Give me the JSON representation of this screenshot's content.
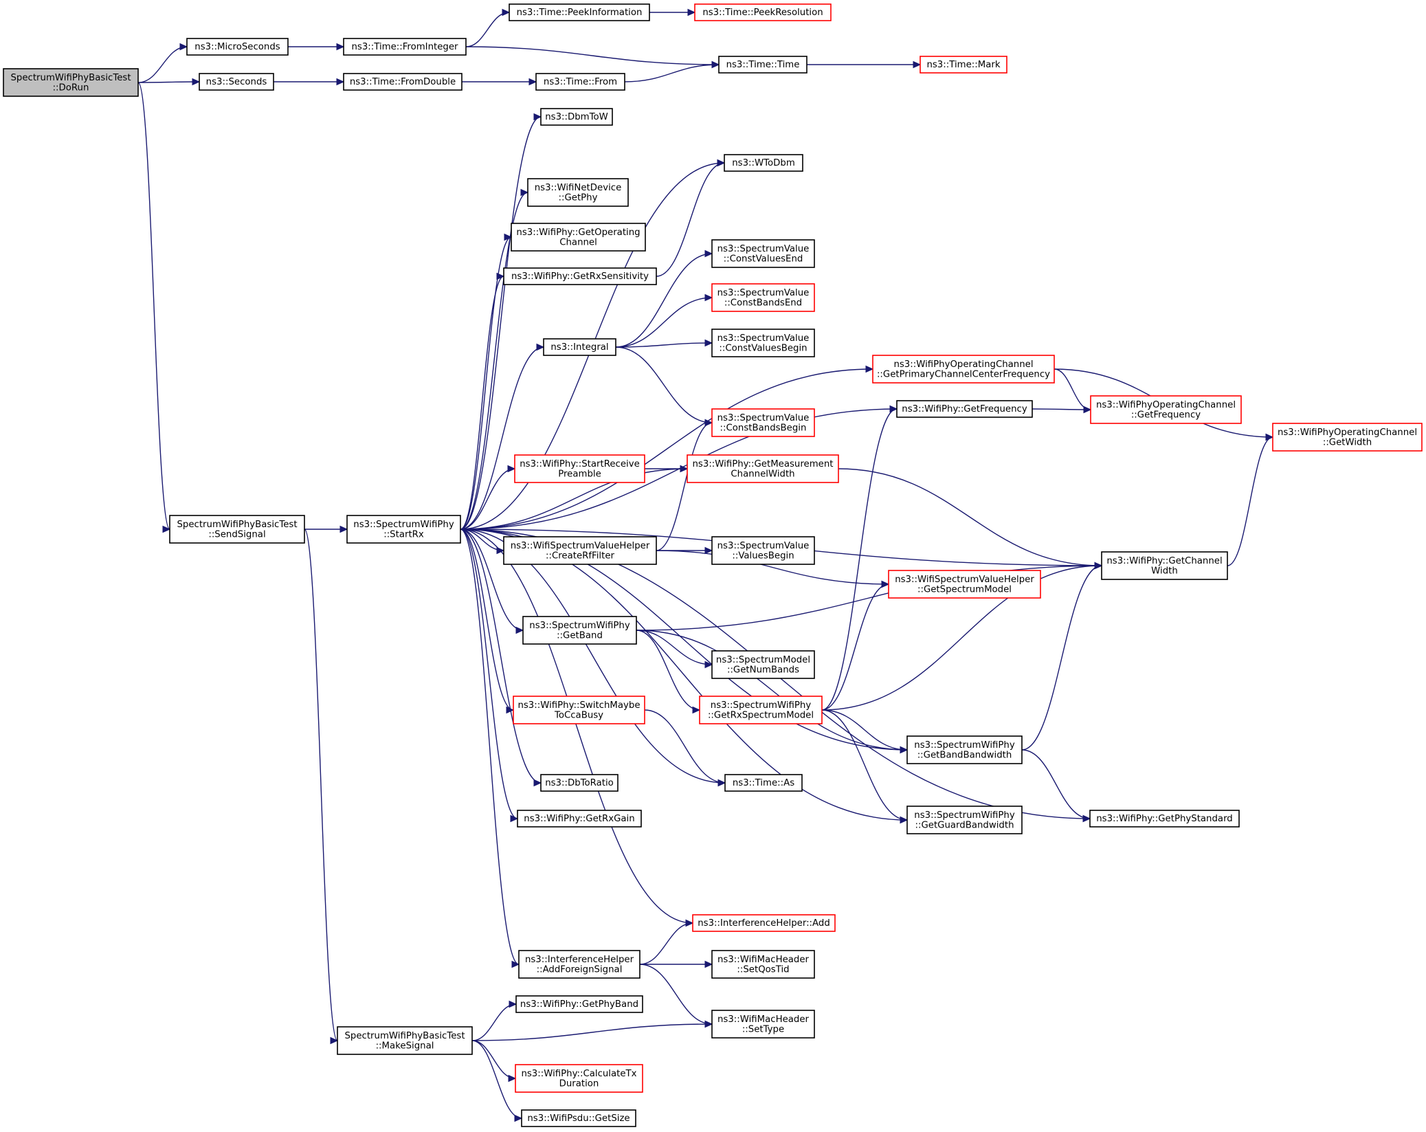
{
  "colors": {
    "edge": "#191970",
    "node_border": "#000000",
    "truncated_border": "#ff0000",
    "root_fill": "#bfbfbf",
    "node_fill": "#ffffff"
  },
  "nodes": [
    {
      "id": "dorun",
      "lines": [
        "SpectrumWifiPhyBasicTest",
        "::DoRun"
      ],
      "style": "root"
    },
    {
      "id": "microseconds",
      "lines": [
        "ns3::MicroSeconds"
      ]
    },
    {
      "id": "seconds",
      "lines": [
        "ns3::Seconds"
      ]
    },
    {
      "id": "sendsignal",
      "lines": [
        "SpectrumWifiPhyBasicTest",
        "::SendSignal"
      ]
    },
    {
      "id": "frominteger",
      "lines": [
        "ns3::Time::FromInteger"
      ]
    },
    {
      "id": "fromdouble",
      "lines": [
        "ns3::Time::FromDouble"
      ]
    },
    {
      "id": "peekinfo",
      "lines": [
        "ns3::Time::PeekInformation"
      ]
    },
    {
      "id": "peekres",
      "lines": [
        "ns3::Time::PeekResolution"
      ],
      "style": "truncated"
    },
    {
      "id": "time",
      "lines": [
        "ns3::Time::Time"
      ]
    },
    {
      "id": "mark",
      "lines": [
        "ns3::Time::Mark"
      ],
      "style": "truncated"
    },
    {
      "id": "from",
      "lines": [
        "ns3::Time::From"
      ]
    },
    {
      "id": "startrx",
      "lines": [
        "ns3::SpectrumWifiPhy",
        "::StartRx"
      ]
    },
    {
      "id": "makesignal",
      "lines": [
        "SpectrumWifiPhyBasicTest",
        "::MakeSignal"
      ]
    },
    {
      "id": "dbmtow",
      "lines": [
        "ns3::DbmToW"
      ]
    },
    {
      "id": "wtodbm",
      "lines": [
        "ns3::WToDbm"
      ]
    },
    {
      "id": "getphy",
      "lines": [
        "ns3::WifiNetDevice",
        "::GetPhy"
      ]
    },
    {
      "id": "getopch",
      "lines": [
        "ns3::WifiPhy::GetOperating",
        "Channel"
      ]
    },
    {
      "id": "getrxsens",
      "lines": [
        "ns3::WifiPhy::GetRxSensitivity"
      ]
    },
    {
      "id": "integral",
      "lines": [
        "ns3::Integral"
      ]
    },
    {
      "id": "constvaluesend",
      "lines": [
        "ns3::SpectrumValue",
        "::ConstValuesEnd"
      ]
    },
    {
      "id": "constbandsend",
      "lines": [
        "ns3::SpectrumValue",
        "::ConstBandsEnd"
      ],
      "style": "truncated"
    },
    {
      "id": "constvaluesbegin",
      "lines": [
        "ns3::SpectrumValue",
        "::ConstValuesBegin"
      ]
    },
    {
      "id": "constbandsbegin",
      "lines": [
        "ns3::SpectrumValue",
        "::ConstBandsBegin"
      ],
      "style": "truncated"
    },
    {
      "id": "startrecvpre",
      "lines": [
        "ns3::WifiPhy::StartReceive",
        "Preamble"
      ],
      "style": "truncated"
    },
    {
      "id": "getmeaschw",
      "lines": [
        "ns3::WifiPhy::GetMeasurement",
        "ChannelWidth"
      ],
      "style": "truncated"
    },
    {
      "id": "createrf",
      "lines": [
        "ns3::WifiSpectrumValueHelper",
        "::CreateRfFilter"
      ]
    },
    {
      "id": "valuesbegin",
      "lines": [
        "ns3::SpectrumValue",
        "::ValuesBegin"
      ]
    },
    {
      "id": "getband",
      "lines": [
        "ns3::SpectrumWifiPhy",
        "::GetBand"
      ]
    },
    {
      "id": "getnumbands",
      "lines": [
        "ns3::SpectrumModel",
        "::GetNumBands"
      ]
    },
    {
      "id": "switchcca",
      "lines": [
        "ns3::WifiPhy::SwitchMaybe",
        "ToCcaBusy"
      ],
      "style": "truncated"
    },
    {
      "id": "getrxspec",
      "lines": [
        "ns3::SpectrumWifiPhy",
        "::GetRxSpectrumModel"
      ],
      "style": "truncated"
    },
    {
      "id": "dbtoratio",
      "lines": [
        "ns3::DbToRatio"
      ]
    },
    {
      "id": "getrxgain",
      "lines": [
        "ns3::WifiPhy::GetRxGain"
      ]
    },
    {
      "id": "timeas",
      "lines": [
        "ns3::Time::As"
      ]
    },
    {
      "id": "getprimcf",
      "lines": [
        "ns3::WifiPhyOperatingChannel",
        "::GetPrimaryChannelCenterFrequency"
      ],
      "style": "truncated"
    },
    {
      "id": "getfreq",
      "lines": [
        "ns3::WifiPhy::GetFrequency"
      ]
    },
    {
      "id": "getspecmodel",
      "lines": [
        "ns3::WifiSpectrumValueHelper",
        "::GetSpectrumModel"
      ],
      "style": "truncated"
    },
    {
      "id": "getbandbw",
      "lines": [
        "ns3::SpectrumWifiPhy",
        "::GetBandBandwidth"
      ]
    },
    {
      "id": "getguardbw",
      "lines": [
        "ns3::SpectrumWifiPhy",
        "::GetGuardBandwidth"
      ]
    },
    {
      "id": "opchfreq",
      "lines": [
        "ns3::WifiPhyOperatingChannel",
        "::GetFrequency"
      ],
      "style": "truncated"
    },
    {
      "id": "getchw",
      "lines": [
        "ns3::WifiPhy::GetChannel",
        "Width"
      ]
    },
    {
      "id": "getphystd",
      "lines": [
        "ns3::WifiPhy::GetPhyStandard"
      ]
    },
    {
      "id": "opchwidth",
      "lines": [
        "ns3::WifiPhyOperatingChannel",
        "::GetWidth"
      ],
      "style": "truncated"
    },
    {
      "id": "ihadd",
      "lines": [
        "ns3::InterferenceHelper::Add"
      ],
      "style": "truncated"
    },
    {
      "id": "addforeign",
      "lines": [
        "ns3::InterferenceHelper",
        "::AddForeignSignal"
      ]
    },
    {
      "id": "setqostid",
      "lines": [
        "ns3::WifiMacHeader",
        "::SetQosTid"
      ]
    },
    {
      "id": "settype",
      "lines": [
        "ns3::WifiMacHeader",
        "::SetType"
      ]
    },
    {
      "id": "getphyband",
      "lines": [
        "ns3::WifiPhy::GetPhyBand"
      ]
    },
    {
      "id": "calctx",
      "lines": [
        "ns3::WifiPhy::CalculateTx",
        "Duration"
      ],
      "style": "truncated"
    },
    {
      "id": "getsize",
      "lines": [
        "ns3::WifiPsdu::GetSize"
      ]
    }
  ],
  "edges": [
    [
      "dorun",
      "microseconds"
    ],
    [
      "dorun",
      "seconds"
    ],
    [
      "dorun",
      "sendsignal"
    ],
    [
      "microseconds",
      "frominteger"
    ],
    [
      "seconds",
      "fromdouble"
    ],
    [
      "frominteger",
      "peekinfo"
    ],
    [
      "frominteger",
      "time"
    ],
    [
      "peekinfo",
      "peekres"
    ],
    [
      "fromdouble",
      "from"
    ],
    [
      "from",
      "time"
    ],
    [
      "time",
      "mark"
    ],
    [
      "sendsignal",
      "startrx"
    ],
    [
      "sendsignal",
      "makesignal"
    ],
    [
      "startrx",
      "dbmtow"
    ],
    [
      "startrx",
      "wtodbm"
    ],
    [
      "startrx",
      "getphy"
    ],
    [
      "startrx",
      "getopch"
    ],
    [
      "startrx",
      "getrxsens"
    ],
    [
      "startrx",
      "getprimcf"
    ],
    [
      "startrx",
      "integral"
    ],
    [
      "startrx",
      "getfreq"
    ],
    [
      "startrx",
      "getmeaschw"
    ],
    [
      "startrx",
      "startrecvpre"
    ],
    [
      "startrx",
      "getchw"
    ],
    [
      "startrx",
      "createrf"
    ],
    [
      "startrx",
      "getband"
    ],
    [
      "startrx",
      "getbandbw"
    ],
    [
      "startrx",
      "switchcca"
    ],
    [
      "startrx",
      "timeas"
    ],
    [
      "startrx",
      "dbtoratio"
    ],
    [
      "startrx",
      "getrxgain"
    ],
    [
      "startrx",
      "getguardbw"
    ],
    [
      "startrx",
      "getphystd"
    ],
    [
      "startrx",
      "ihadd"
    ],
    [
      "startrx",
      "addforeign"
    ],
    [
      "getrxsens",
      "wtodbm"
    ],
    [
      "integral",
      "constvaluesend"
    ],
    [
      "integral",
      "constbandsend"
    ],
    [
      "integral",
      "constvaluesbegin"
    ],
    [
      "integral",
      "constbandsbegin"
    ],
    [
      "getprimcf",
      "opchfreq"
    ],
    [
      "getprimcf",
      "opchwidth"
    ],
    [
      "getfreq",
      "opchfreq"
    ],
    [
      "startrecvpre",
      "getmeaschw"
    ],
    [
      "getmeaschw",
      "getchw"
    ],
    [
      "createrf",
      "constbandsbegin"
    ],
    [
      "createrf",
      "valuesbegin"
    ],
    [
      "createrf",
      "getspecmodel"
    ],
    [
      "getband",
      "getchw"
    ],
    [
      "getband",
      "getnumbands"
    ],
    [
      "getband",
      "getrxspec"
    ],
    [
      "getband",
      "getbandbw"
    ],
    [
      "switchcca",
      "timeas"
    ],
    [
      "getrxspec",
      "getfreq"
    ],
    [
      "getrxspec",
      "getspecmodel"
    ],
    [
      "getrxspec",
      "getchw"
    ],
    [
      "getrxspec",
      "getbandbw"
    ],
    [
      "getrxspec",
      "getguardbw"
    ],
    [
      "getbandbw",
      "getchw"
    ],
    [
      "getbandbw",
      "getphystd"
    ],
    [
      "getchw",
      "opchwidth"
    ],
    [
      "addforeign",
      "ihadd"
    ],
    [
      "addforeign",
      "setqostid"
    ],
    [
      "addforeign",
      "settype"
    ],
    [
      "makesignal",
      "getphyband"
    ],
    [
      "makesignal",
      "settype"
    ],
    [
      "makesignal",
      "calctx"
    ],
    [
      "makesignal",
      "getsize"
    ]
  ]
}
